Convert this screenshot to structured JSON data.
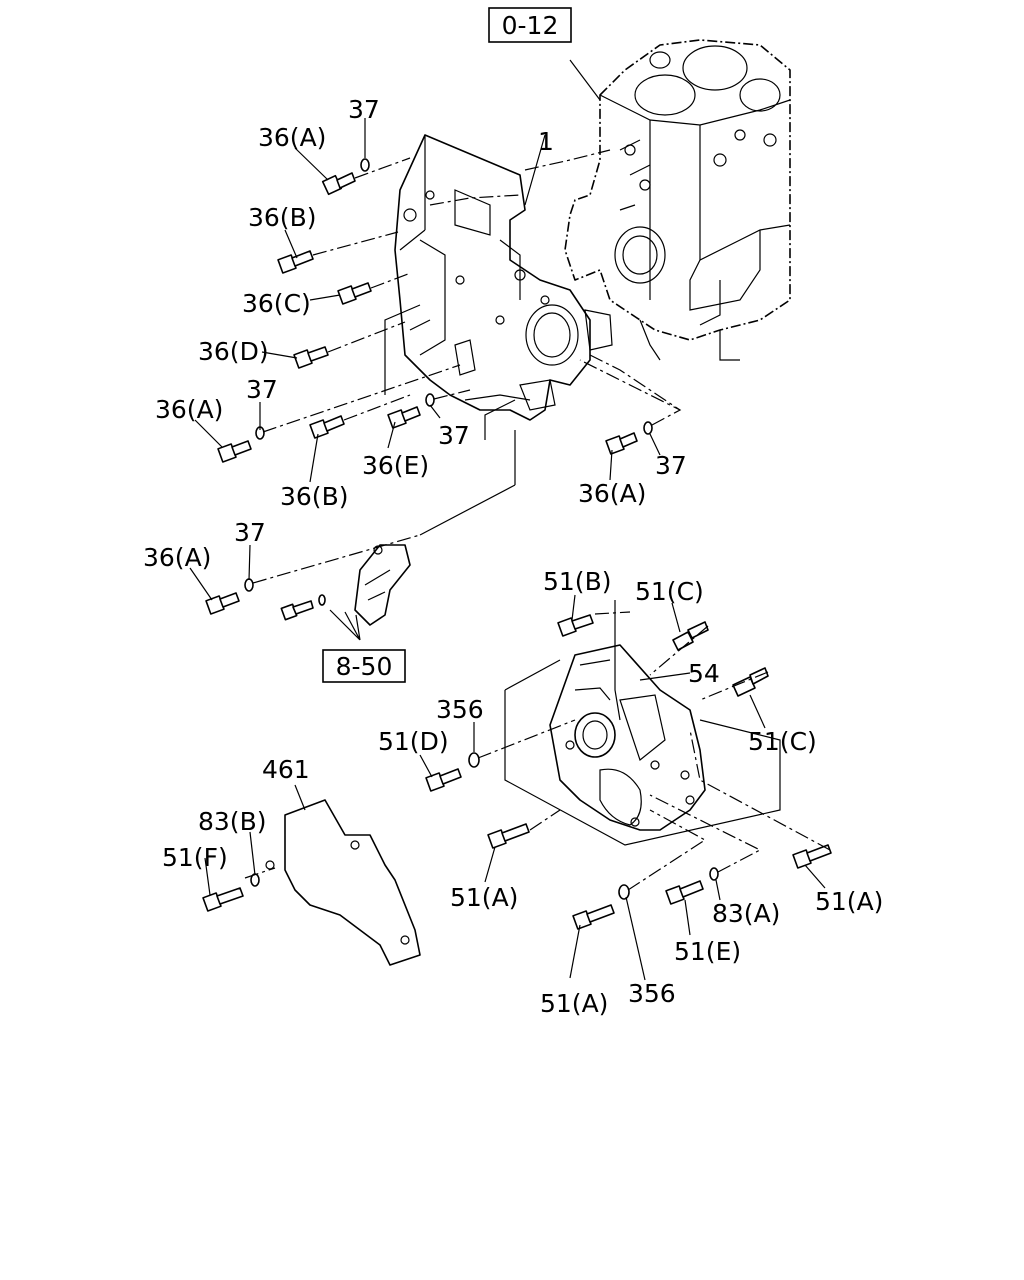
{
  "refs": {
    "engine": "0-12",
    "bracket": "8-50"
  },
  "labels": {
    "p1": "1",
    "p37_a": "37",
    "p36A_a": "36(A)",
    "p36B_a": "36(B)",
    "p36C": "36(C)",
    "p36D": "36(D)",
    "p36A_b": "36(A)",
    "p37_b": "37",
    "p36B_b": "36(B)",
    "p36E": "36(E)",
    "p37_c": "37",
    "p37_d": "37",
    "p36A_c": "36(A)",
    "p36A_d": "36(A)",
    "p37_e": "37",
    "p51B": "51(B)",
    "p51C_a": "51(C)",
    "p54": "54",
    "p51C_b": "51(C)",
    "p356_a": "356",
    "p51D": "51(D)",
    "p461": "461",
    "p83B": "83(B)",
    "p51F": "51(F)",
    "p51A_a": "51(A)",
    "p51A_b": "51(A)",
    "p83A": "83(A)",
    "p51E": "51(E)",
    "p51A_c": "51(A)",
    "p356_b": "356"
  }
}
